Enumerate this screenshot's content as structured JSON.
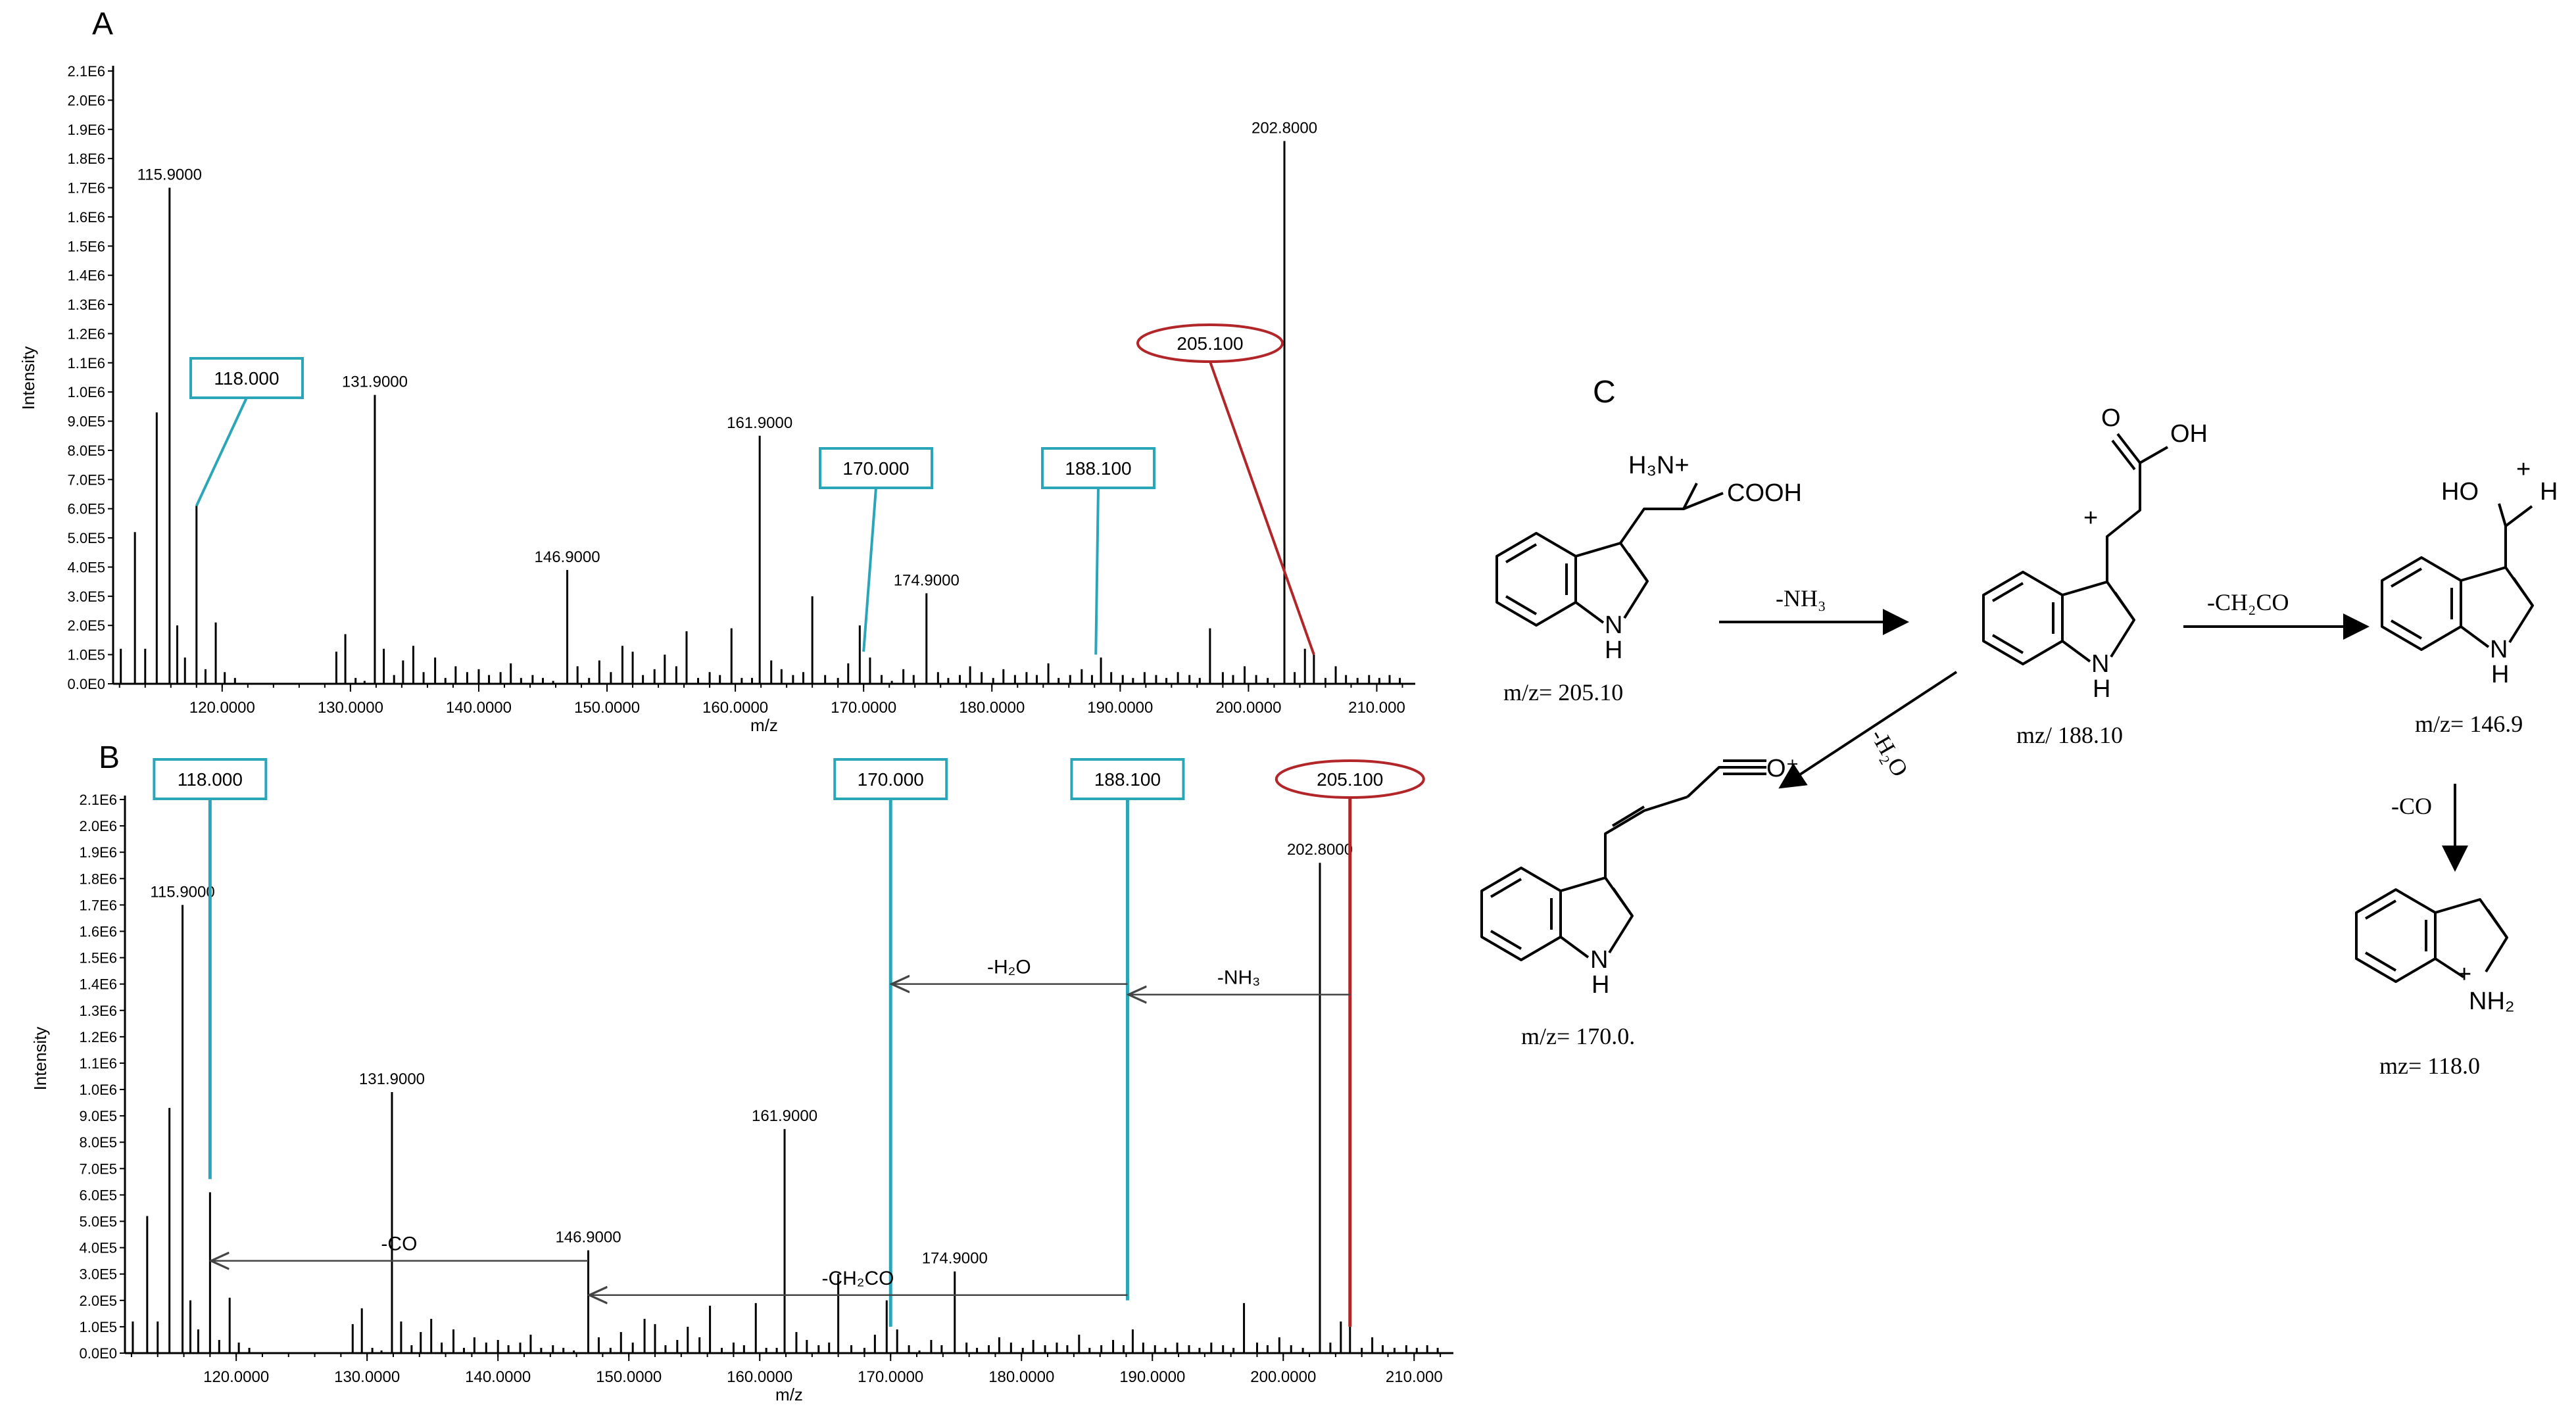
{
  "figure": {
    "panel_a_label": "A",
    "panel_b_label": "B",
    "panel_c_label": "C"
  },
  "chart_data": [
    {
      "type": "bar",
      "panel": "A",
      "xlabel": "m/z",
      "ylabel": "Intensity",
      "xlim": [
        111.5,
        213.0
      ],
      "ylim": [
        0,
        2100000
      ],
      "x_ticks": [
        120,
        130,
        140,
        150,
        160,
        170,
        180,
        190,
        200,
        210
      ],
      "x_tick_labels": [
        "120.0000",
        "130.0000",
        "140.0000",
        "150.0000",
        "160.0000",
        "170.0000",
        "180.0000",
        "190.0000",
        "200.0000",
        "210.000"
      ],
      "y_ticks": [
        0,
        100000,
        200000,
        300000,
        400000,
        500000,
        600000,
        700000,
        800000,
        900000,
        1000000,
        1100000,
        1200000,
        1300000,
        1400000,
        1500000,
        1600000,
        1700000,
        1800000,
        1900000,
        2000000,
        2100000
      ],
      "y_tick_labels": [
        "0.0E0",
        "1.0E5",
        "2.0E5",
        "3.0E5",
        "4.0E5",
        "5.0E5",
        "6.0E5",
        "7.0E5",
        "8.0E5",
        "9.0E5",
        "1.0E6",
        "1.1E6",
        "1.2E6",
        "1.3E6",
        "1.4E6",
        "1.5E6",
        "1.6E6",
        "1.7E6",
        "1.8E6",
        "1.9E6",
        "2.0E6",
        "2.1E6"
      ],
      "peaks": {
        "x": [
          112.1,
          113.2,
          114.0,
          114.9,
          115.9,
          116.5,
          117.1,
          118.0,
          118.7,
          119.5,
          120.2,
          121.0,
          128.9,
          129.6,
          130.4,
          131.1,
          131.9,
          132.6,
          133.4,
          134.1,
          134.9,
          135.7,
          136.6,
          137.4,
          138.2,
          139.1,
          140.0,
          140.8,
          141.7,
          142.5,
          143.3,
          144.2,
          145.0,
          145.8,
          146.9,
          147.7,
          148.6,
          149.4,
          150.3,
          151.2,
          152.0,
          152.8,
          153.7,
          154.5,
          155.4,
          156.2,
          157.1,
          158.0,
          158.8,
          159.7,
          160.5,
          161.3,
          161.9,
          162.8,
          163.6,
          164.5,
          165.3,
          166.0,
          167.0,
          168.0,
          168.8,
          169.7,
          170.5,
          171.4,
          172.2,
          173.1,
          173.9,
          174.9,
          175.8,
          176.6,
          177.5,
          178.3,
          179.2,
          180.1,
          180.9,
          181.8,
          182.7,
          183.5,
          184.4,
          185.2,
          186.1,
          187.0,
          187.8,
          188.5,
          189.3,
          190.2,
          191.0,
          191.9,
          192.8,
          193.6,
          194.5,
          195.4,
          196.2,
          197.0,
          198.0,
          198.8,
          199.7,
          200.6,
          201.5,
          202.8,
          203.6,
          204.4,
          205.1,
          206.0,
          206.8,
          207.6,
          208.5,
          209.4,
          210.2,
          211.0,
          211.8
        ],
        "y": [
          120000,
          520000,
          120000,
          930000,
          1700000,
          200000,
          90000,
          610000,
          50000,
          210000,
          40000,
          20000,
          110000,
          170000,
          20000,
          10000,
          990000,
          120000,
          30000,
          80000,
          130000,
          40000,
          90000,
          20000,
          60000,
          40000,
          50000,
          30000,
          40000,
          70000,
          20000,
          30000,
          20000,
          10000,
          390000,
          60000,
          20000,
          80000,
          40000,
          130000,
          110000,
          30000,
          50000,
          100000,
          60000,
          180000,
          20000,
          40000,
          30000,
          190000,
          20000,
          20000,
          850000,
          80000,
          50000,
          30000,
          40000,
          300000,
          30000,
          20000,
          70000,
          200000,
          90000,
          30000,
          10000,
          50000,
          30000,
          310000,
          40000,
          20000,
          30000,
          60000,
          40000,
          20000,
          50000,
          30000,
          40000,
          30000,
          70000,
          20000,
          30000,
          50000,
          30000,
          90000,
          40000,
          30000,
          20000,
          40000,
          30000,
          20000,
          40000,
          30000,
          20000,
          190000,
          40000,
          30000,
          60000,
          30000,
          20000,
          1860000,
          40000,
          120000,
          100000,
          20000,
          60000,
          30000,
          20000,
          30000,
          20000,
          30000,
          20000
        ]
      },
      "peak_labels": [
        {
          "x": 115.9,
          "y": 1700000,
          "text": "115.9000"
        },
        {
          "x": 131.9,
          "y": 990000,
          "text": "131.9000"
        },
        {
          "x": 146.9,
          "y": 390000,
          "text": "146.9000"
        },
        {
          "x": 161.9,
          "y": 850000,
          "text": "161.9000"
        },
        {
          "x": 174.9,
          "y": 310000,
          "text": "174.9000"
        },
        {
          "x": 202.8,
          "y": 1860000,
          "text": "202.8000"
        }
      ],
      "callouts": [
        {
          "text": "118.000",
          "shape": "box",
          "color": "#2ba6b8",
          "target_x": 118.0,
          "target_y": 610000
        },
        {
          "text": "170.000",
          "shape": "box",
          "color": "#2ba6b8",
          "target_x": 170.0,
          "target_y": 110000
        },
        {
          "text": "188.100",
          "shape": "box",
          "color": "#2ba6b8",
          "target_x": 188.1,
          "target_y": 100000
        },
        {
          "text": "205.100",
          "shape": "ellipse",
          "color": "#b2262a",
          "target_x": 205.1,
          "target_y": 100000
        }
      ]
    },
    {
      "type": "bar",
      "panel": "B",
      "xlabel": "m/z",
      "ylabel": "Intensity",
      "xlim": [
        111.5,
        213.0
      ],
      "ylim": [
        0,
        2100000
      ],
      "x_ticks": [
        120,
        130,
        140,
        150,
        160,
        170,
        180,
        190,
        200,
        210
      ],
      "x_tick_labels": [
        "120.0000",
        "130.0000",
        "140.0000",
        "150.0000",
        "160.0000",
        "170.0000",
        "180.0000",
        "190.0000",
        "200.0000",
        "210.000"
      ],
      "y_ticks": [
        0,
        100000,
        200000,
        300000,
        400000,
        500000,
        600000,
        700000,
        800000,
        900000,
        1000000,
        1100000,
        1200000,
        1300000,
        1400000,
        1500000,
        1600000,
        1700000,
        1800000,
        1900000,
        2000000,
        2100000
      ],
      "y_tick_labels": [
        "0.0E0",
        "1.0E5",
        "2.0E5",
        "3.0E5",
        "4.0E5",
        "5.0E5",
        "6.0E5",
        "7.0E5",
        "8.0E5",
        "9.0E5",
        "1.0E6",
        "1.1E6",
        "1.2E6",
        "1.3E6",
        "1.4E6",
        "1.5E6",
        "1.6E6",
        "1.7E6",
        "1.8E6",
        "1.9E6",
        "2.0E6",
        "2.1E6"
      ],
      "peaks": {
        "x": [
          112.1,
          113.2,
          114.0,
          114.9,
          115.9,
          116.5,
          117.1,
          118.0,
          118.7,
          119.5,
          120.2,
          121.0,
          128.9,
          129.6,
          130.4,
          131.1,
          131.9,
          132.6,
          133.4,
          134.1,
          134.9,
          135.7,
          136.6,
          137.4,
          138.2,
          139.1,
          140.0,
          140.8,
          141.7,
          142.5,
          143.3,
          144.2,
          145.0,
          145.8,
          146.9,
          147.7,
          148.6,
          149.4,
          150.3,
          151.2,
          152.0,
          152.8,
          153.7,
          154.5,
          155.4,
          156.2,
          157.1,
          158.0,
          158.8,
          159.7,
          160.5,
          161.3,
          161.9,
          162.8,
          163.6,
          164.5,
          165.3,
          166.0,
          167.0,
          168.0,
          168.8,
          169.7,
          170.5,
          171.4,
          172.2,
          173.1,
          173.9,
          174.9,
          175.8,
          176.6,
          177.5,
          178.3,
          179.2,
          180.1,
          180.9,
          181.8,
          182.7,
          183.5,
          184.4,
          185.2,
          186.1,
          187.0,
          187.8,
          188.5,
          189.3,
          190.2,
          191.0,
          191.9,
          192.8,
          193.6,
          194.5,
          195.4,
          196.2,
          197.0,
          198.0,
          198.8,
          199.7,
          200.6,
          201.5,
          202.8,
          203.6,
          204.4,
          205.1,
          206.0,
          206.8,
          207.6,
          208.5,
          209.4,
          210.2,
          211.0,
          211.8
        ],
        "y": [
          120000,
          520000,
          120000,
          930000,
          1700000,
          200000,
          90000,
          610000,
          50000,
          210000,
          40000,
          20000,
          110000,
          170000,
          20000,
          10000,
          990000,
          120000,
          30000,
          80000,
          130000,
          40000,
          90000,
          20000,
          60000,
          40000,
          50000,
          30000,
          40000,
          70000,
          20000,
          30000,
          20000,
          10000,
          390000,
          60000,
          20000,
          80000,
          40000,
          130000,
          110000,
          30000,
          50000,
          100000,
          60000,
          180000,
          20000,
          40000,
          30000,
          190000,
          20000,
          20000,
          850000,
          80000,
          50000,
          30000,
          40000,
          300000,
          30000,
          20000,
          70000,
          200000,
          90000,
          30000,
          10000,
          50000,
          30000,
          310000,
          40000,
          20000,
          30000,
          60000,
          40000,
          20000,
          50000,
          30000,
          40000,
          30000,
          70000,
          20000,
          30000,
          50000,
          30000,
          90000,
          40000,
          30000,
          20000,
          40000,
          30000,
          20000,
          40000,
          30000,
          20000,
          190000,
          40000,
          30000,
          60000,
          30000,
          20000,
          1860000,
          40000,
          120000,
          100000,
          20000,
          60000,
          30000,
          20000,
          30000,
          20000,
          30000,
          20000
        ]
      },
      "peak_labels": [
        {
          "x": 115.9,
          "y": 1700000,
          "text": "115.9000"
        },
        {
          "x": 131.9,
          "y": 990000,
          "text": "131.9000"
        },
        {
          "x": 146.9,
          "y": 390000,
          "text": "146.9000"
        },
        {
          "x": 161.9,
          "y": 850000,
          "text": "161.9000"
        },
        {
          "x": 174.9,
          "y": 310000,
          "text": "174.9000"
        },
        {
          "x": 202.8,
          "y": 1860000,
          "text": "202.8000"
        }
      ],
      "top_markers": [
        {
          "text": "118.000",
          "shape": "box",
          "color": "#2ba6b8",
          "x": 118.0,
          "bottom_y": 660000
        },
        {
          "text": "170.000",
          "shape": "box",
          "color": "#2ba6b8",
          "x": 170.0,
          "bottom_y": 100000
        },
        {
          "text": "188.100",
          "shape": "box",
          "color": "#2ba6b8",
          "x": 188.1,
          "bottom_y": 200000
        },
        {
          "text": "205.100",
          "shape": "ellipse",
          "color": "#b2262a",
          "x": 205.1,
          "bottom_y": 100000
        }
      ],
      "loss_arrows": [
        {
          "text": "-NH₃",
          "from_x": 205.1,
          "to_x": 188.1,
          "y": 1360000
        },
        {
          "text": "-H₂O",
          "from_x": 188.1,
          "to_x": 170.0,
          "y": 1400000
        },
        {
          "text": "-CH₂CO",
          "from_x": 188.1,
          "to_x": 146.9,
          "y": 220000
        },
        {
          "text": "-CO",
          "from_x": 146.9,
          "to_x": 118.0,
          "y": 350000
        }
      ]
    }
  ],
  "scheme": {
    "compounds": [
      {
        "label": "m/z= 205.10"
      },
      {
        "label": "mz/ 188.10"
      },
      {
        "label": "m/z= 146.9"
      },
      {
        "label": "m/z= 170.0."
      },
      {
        "label": "mz= 118.0"
      }
    ],
    "arrows": [
      {
        "label": "-NH₃"
      },
      {
        "label": "-CH₂CO"
      },
      {
        "label": "-H₂O"
      },
      {
        "label": "-CO"
      }
    ],
    "atoms": {
      "nh_indole": "N",
      "h_indole": "H",
      "h3n_plus": "H₃N+",
      "cooh": "COOH",
      "oh": "OH",
      "o_double": "O",
      "plus": "+",
      "ho": "HO",
      "h": "H",
      "o_plus": "O⁺",
      "nh2": "NH₂"
    }
  }
}
